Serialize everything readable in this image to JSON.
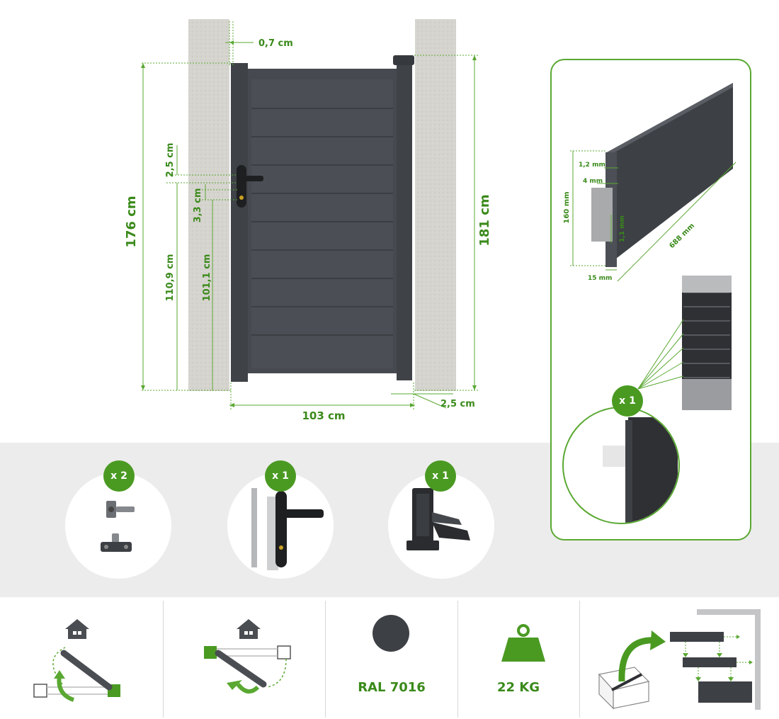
{
  "dimensions": {
    "frame_gap": "0,7 cm",
    "total_height_left": "176 cm",
    "total_height_right": "181 cm",
    "handle_top_offset": "2,5 cm",
    "lock_offset": "3,3 cm",
    "handle_height": "110,9 cm",
    "lock_height": "101,1 cm",
    "width": "103 cm",
    "ground_gap": "2,5 cm"
  },
  "panel_detail": {
    "thickness_top": "1,2 mm",
    "tongue": "4 mm",
    "height": "160 mm",
    "inner": "1,1 mm",
    "length": "688 mm",
    "depth": "15 mm",
    "count_badge": "x 1"
  },
  "accessories": [
    {
      "name": "hinges",
      "count": "x 2"
    },
    {
      "name": "handle-lock",
      "count": "x 1"
    },
    {
      "name": "gate-stop",
      "count": "x 1"
    }
  ],
  "features": {
    "opening_left_icon": "house-icon",
    "opening_right_icon": "house-icon",
    "color_label": "RAL 7016",
    "color_swatch": "#3d4045",
    "weight_label": "22 KG",
    "accent": "#4a9a22"
  }
}
